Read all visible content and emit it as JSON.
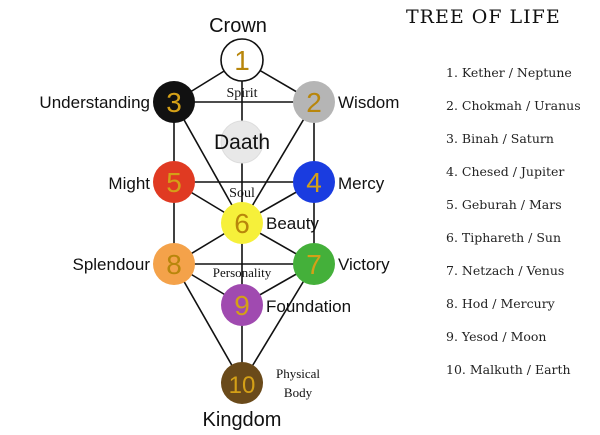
{
  "title": "TREE OF LIFE",
  "sephirot": [
    {
      "number": "1",
      "label": "Crown",
      "color": "#ffffff",
      "numColor": "#b8860b"
    },
    {
      "number": "2",
      "label": "Wisdom",
      "color": "#b5b5b5",
      "numColor": "#b8860b"
    },
    {
      "number": "3",
      "label": "Understanding",
      "color": "#111111",
      "numColor": "#d4a017"
    },
    {
      "number": "4",
      "label": "Mercy",
      "color": "#1a3ce0",
      "numColor": "#d4a017"
    },
    {
      "number": "5",
      "label": "Might",
      "color": "#e03a22",
      "numColor": "#d4a017"
    },
    {
      "number": "6",
      "label": "Beauty",
      "color": "#f6f03a",
      "numColor": "#b8860b"
    },
    {
      "number": "7",
      "label": "Victory",
      "color": "#44b03a",
      "numColor": "#d4a017"
    },
    {
      "number": "8",
      "label": "Splendour",
      "color": "#f4a24a",
      "numColor": "#b8860b"
    },
    {
      "number": "9",
      "label": "Foundation",
      "color": "#a04ab0",
      "numColor": "#d4a017"
    },
    {
      "number": "10",
      "label": "Kingdom",
      "color": "#6a4a1a",
      "numColor": "#d4a017"
    }
  ],
  "daath": {
    "label": "Daath",
    "color": "#e8e8e8"
  },
  "inner_labels": {
    "spirit": "Spirit",
    "soul": "Soul",
    "personality": "Personality",
    "physical": "Physical",
    "body": "Body"
  },
  "legend": [
    "1. Kether / Neptune",
    "2. Chokmah / Uranus",
    "3. Binah / Saturn",
    "4. Chesed / Jupiter",
    "5. Geburah / Mars",
    "6. Tiphareth / Sun",
    "7. Netzach / Venus",
    "8. Hod / Mercury",
    "9. Yesod / Moon",
    "10. Malkuth / Earth"
  ]
}
